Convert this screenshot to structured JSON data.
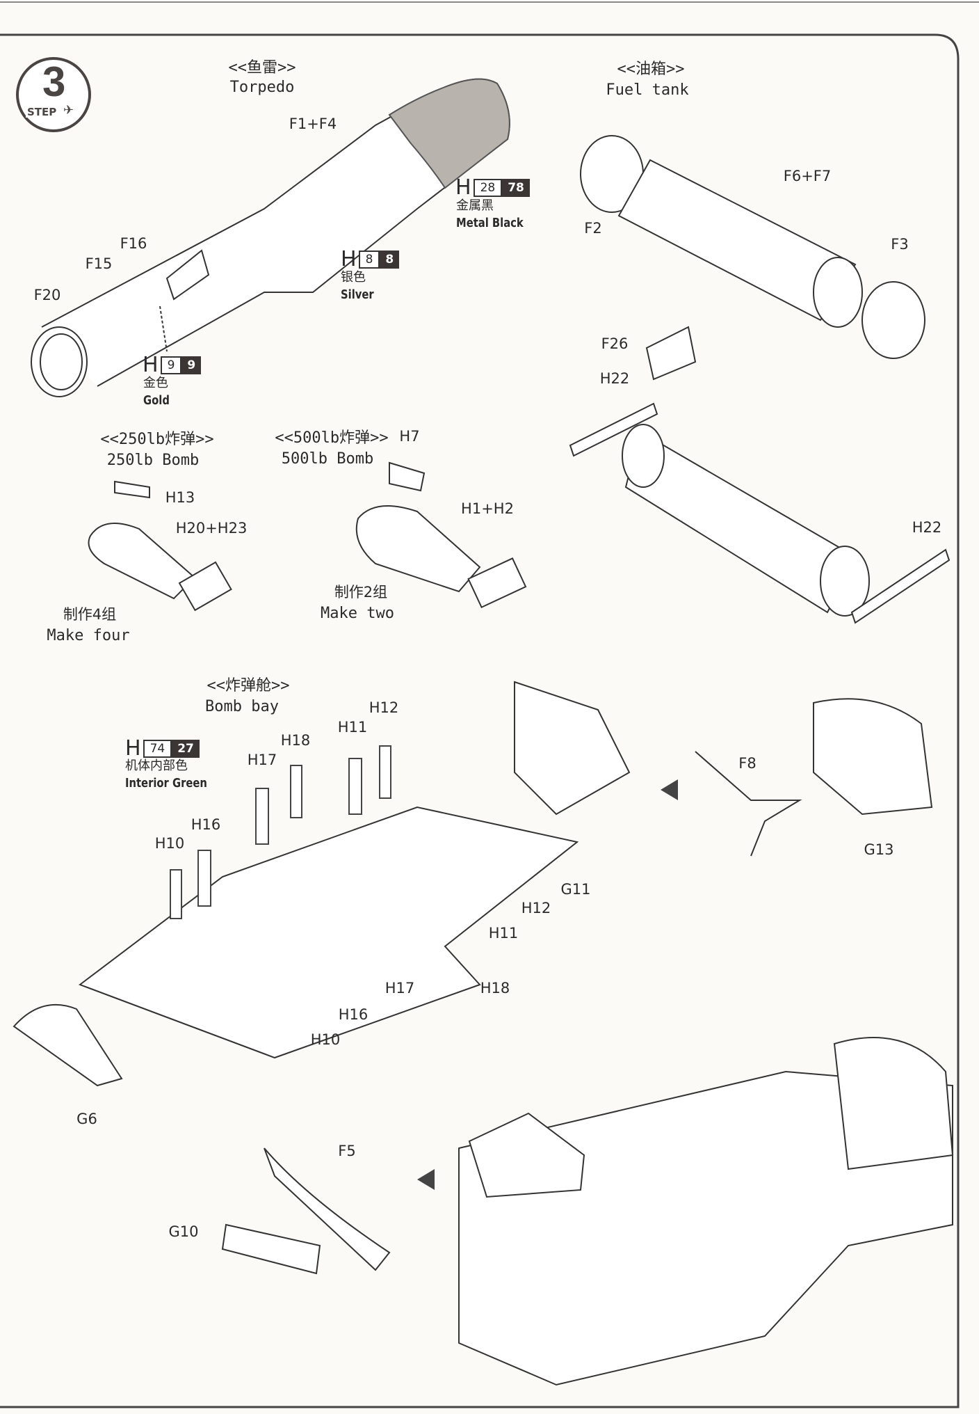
{
  "step": {
    "label": "STEP",
    "number": "3",
    "icon": "airplane-icon"
  },
  "torpedo": {
    "title_zh": "<<鱼雷>>",
    "title_en": "Torpedo",
    "parts": [
      "F1+F4",
      "F16",
      "F15",
      "F20"
    ],
    "paints": [
      {
        "prefix": "H",
        "code": "28",
        "alt": "78",
        "zh": "金属黑",
        "en": "Metal Black"
      },
      {
        "prefix": "H",
        "code": "8",
        "alt": "8",
        "zh": "银色",
        "en": "Silver"
      },
      {
        "prefix": "H",
        "code": "9",
        "alt": "9",
        "zh": "金色",
        "en": "Gold"
      }
    ]
  },
  "fuel_tank": {
    "title_zh": "<<油箱>>",
    "title_en": "Fuel tank",
    "parts": [
      "F6+F7",
      "F2",
      "F3",
      "F26",
      "H22",
      "H22"
    ]
  },
  "bomb250": {
    "title_zh": "<<250lb炸弹>>",
    "title_en": "250lb Bomb",
    "parts": [
      "H13",
      "H20+H23"
    ],
    "note_zh": "制作4组",
    "note_en": "Make four"
  },
  "bomb500": {
    "title_zh": "<<500lb炸弹>>",
    "title_en": "500lb Bomb",
    "parts": [
      "H7",
      "H1+H2"
    ],
    "note_zh": "制作2组",
    "note_en": "Make two"
  },
  "bomb_bay": {
    "title_zh": "<<炸弹舱>>",
    "title_en": "Bomb bay",
    "paint": {
      "prefix": "H",
      "code": "74",
      "alt": "27",
      "zh": "机体内部色",
      "en": "Interior Green"
    },
    "parts_top": [
      "H12",
      "H11",
      "H18",
      "H17",
      "H16",
      "H10"
    ],
    "parts_bottom": [
      "G11",
      "H12",
      "H11",
      "H17",
      "H18",
      "H16",
      "H10",
      "G6"
    ],
    "parts_right": [
      "F8",
      "G13"
    ],
    "parts_lower": [
      "F5",
      "G10"
    ]
  }
}
